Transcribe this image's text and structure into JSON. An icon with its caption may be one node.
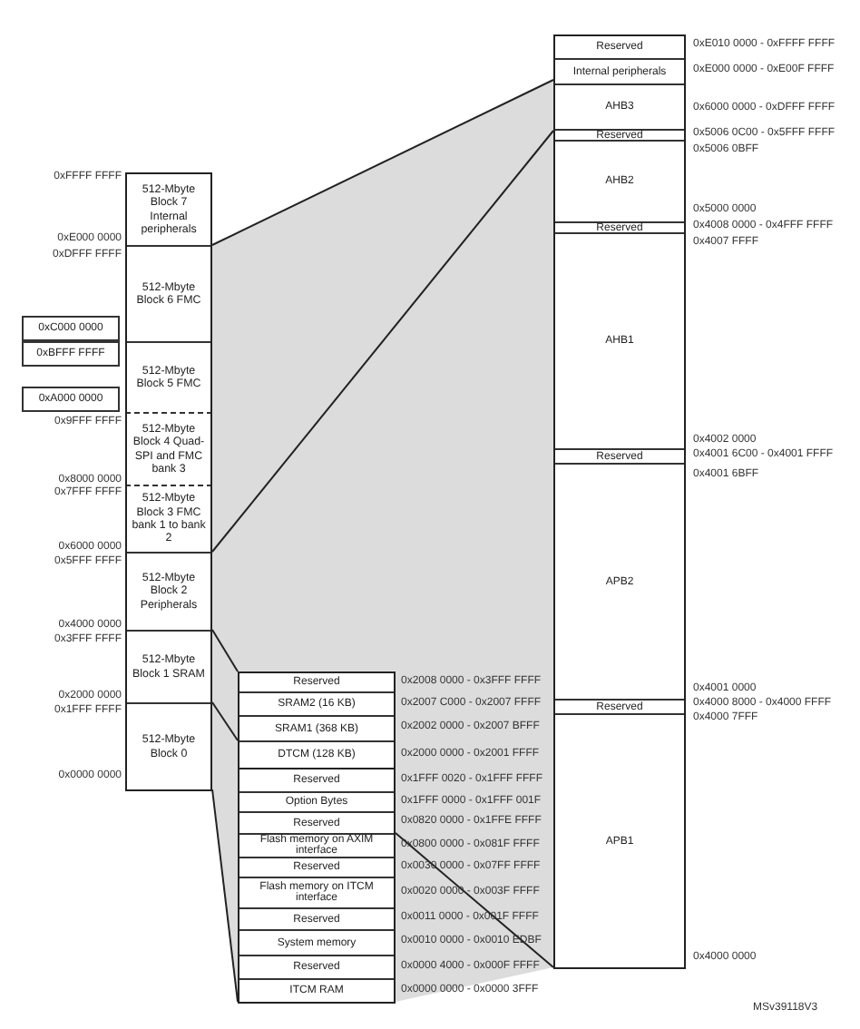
{
  "diagram": {
    "nodes": [
      {
        "text": [
          "512-Mbyte Block 7 Internal peripherals"
        ]
      },
      {
        "text": [
          "512-Mbyte Block 6 FMC"
        ]
      },
      {
        "text": [
          "512-Mbyte Block 5 FMC"
        ]
      },
      {
        "text": [
          "512-Mbyte Block 4 Quad-SPI and FMC bank 3"
        ]
      },
      {
        "text": [
          "512-Mbyte Block 3 FMC bank 1 to bank 2"
        ]
      },
      {
        "text": [
          "512-Mbyte Block 2 Peripherals"
        ]
      },
      {
        "text": [
          "512-Mbyte Block 1 SRAM"
        ]
      },
      {
        "text": [
          "512-Mbyte Block 0"
        ]
      },
      {
        "text": [
          "0xC000 0000"
        ]
      },
      {
        "text": [
          "0xBFFF FFFF"
        ]
      },
      {
        "text": [
          "0xA000 0000"
        ]
      },
      {
        "text": [
          "Reserved"
        ]
      },
      {
        "text": [
          "Internal peripherals"
        ]
      },
      {
        "text": [
          "AHB3"
        ]
      },
      {
        "text": [
          "Reserved"
        ]
      },
      {
        "text": [
          "AHB2"
        ]
      },
      {
        "text": [
          "Reserved"
        ]
      },
      {
        "text": [
          "AHB1"
        ]
      },
      {
        "text": [
          "Reserved"
        ]
      },
      {
        "text": [
          "APB2"
        ]
      },
      {
        "text": [
          "Reserved"
        ]
      },
      {
        "text": [
          "APB1"
        ]
      },
      {
        "text": [
          "Reserved"
        ]
      },
      {
        "text": [
          "SRAM2 (16 KB)"
        ]
      },
      {
        "text": [
          "SRAM1 (368 KB)"
        ]
      },
      {
        "text": [
          "DTCM (128 KB)"
        ]
      },
      {
        "text": [
          "Reserved"
        ]
      },
      {
        "text": [
          "Option Bytes"
        ]
      },
      {
        "text": [
          "Reserved"
        ]
      },
      {
        "text": [
          "Flash memory on AXIM interface"
        ]
      },
      {
        "text": [
          "Reserved"
        ]
      },
      {
        "text": [
          "Flash memory on ITCM interface"
        ]
      },
      {
        "text": [
          "Reserved"
        ]
      },
      {
        "text": [
          "System memory"
        ]
      },
      {
        "text": [
          "Reserved"
        ]
      },
      {
        "text": [
          "ITCM RAM"
        ]
      }
    ],
    "labels": [
      "0xFFFF FFFF",
      "0xE000 0000",
      "0xDFFF FFFF",
      "0x9FFF FFFF",
      "0x8000 0000",
      "0x7FFF FFFF",
      "0x6000 0000",
      "0x5FFF FFFF",
      "0x4000 0000",
      "0x3FFF FFFF",
      "0x2000 0000",
      "0x1FFF FFFF",
      "0x0000 0000",
      "0xE010 0000 - 0xFFFF FFFF",
      "0xE000 0000 - 0xE00F FFFF",
      "0x6000 0000 - 0xDFFF FFFF",
      "0x5006 0C00 - 0x5FFF FFFF",
      "0x5006 0BFF",
      "0x5000 0000",
      "0x4008 0000 - 0x4FFF FFFF",
      "0x4007 FFFF",
      "0x4002 0000",
      "0x4001 6C00 - 0x4001 FFFF",
      "0x4001 6BFF",
      "0x4001 0000",
      "0x4000 8000 - 0x4000 FFFF",
      "0x4000 7FFF",
      "0x4000 0000",
      "0x2008 0000 - 0x3FFF FFFF",
      "0x2007 C000 - 0x2007 FFFF",
      "0x2002 0000 - 0x2007 BFFF",
      "0x2000 0000 - 0x2001 FFFF",
      "0x1FFF 0020 - 0x1FFF FFFF",
      "0x1FFF 0000 - 0x1FFF 001F",
      "0x0820 0000 - 0x1FFE FFFF",
      "0x0800 0000 - 0x081F FFFF",
      "0x0030 0000 - 0x07FF FFFF",
      "0x0020 0000 - 0x003F FFFF",
      "0x0011 0000 - 0x001F FFFF",
      "0x0010 0000 - 0x0010 EDBF",
      "0x0000 4000 - 0x000F FFFF",
      "0x0000 0000 - 0x0000 3FFF",
      "MSv39118V3"
    ]
  }
}
